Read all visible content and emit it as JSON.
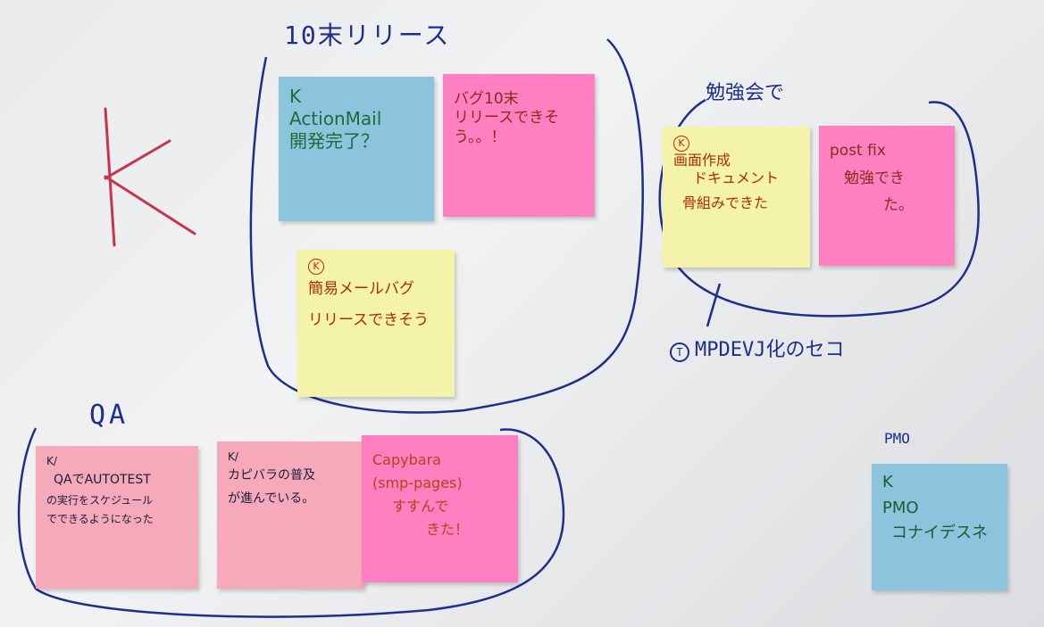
{
  "board": {
    "big_letter": "K",
    "group_release": {
      "title": "10末リリース"
    },
    "group_study": {
      "title": "勉強会で"
    },
    "group_qa": {
      "title": "QA"
    },
    "pmo": {
      "title": "PMO"
    },
    "mpdev": {
      "circle": "T",
      "text": "MPDEVJ化のセコ"
    }
  },
  "notes": {
    "actionmail": {
      "lines": [
        "K",
        "ActionMail",
        "開発完了？"
      ],
      "color": "#8cc4dd"
    },
    "bug10": {
      "lines": [
        "バグ10末",
        "リリースできそ",
        "う。。！"
      ],
      "color": "#ff80c0"
    },
    "kani_mail": {
      "mark": "K",
      "lines": [
        "簡易メールバグ",
        "リリースできそう"
      ],
      "color": "#f3f3aa"
    },
    "gamen": {
      "mark": "K",
      "lines": [
        "画面作成",
        "ドキュメント",
        "骨組みできた"
      ],
      "color": "#f3f3aa"
    },
    "postfix": {
      "lines": [
        "post fix",
        "勉強でき",
        "た。"
      ],
      "color": "#ff80c0"
    },
    "qa_auto": {
      "tag": "K/",
      "lines": [
        "QAでAUTOTEST",
        "の実行をスケジュール",
        "でできるようになった"
      ],
      "color": "#f6a9b8"
    },
    "kapibara": {
      "tag": "K/",
      "lines": [
        "カピバラの普及",
        "が進んでいる。"
      ],
      "color": "#f6a9b8"
    },
    "capybara": {
      "lines": [
        "Capybara",
        "(smp-pages)",
        "すすんで",
        "きた！"
      ],
      "color": "#ff80c0"
    },
    "pmo_note": {
      "lines": [
        "K",
        "PMO",
        "コナイデスネ"
      ],
      "color": "#8cc4dd"
    }
  }
}
